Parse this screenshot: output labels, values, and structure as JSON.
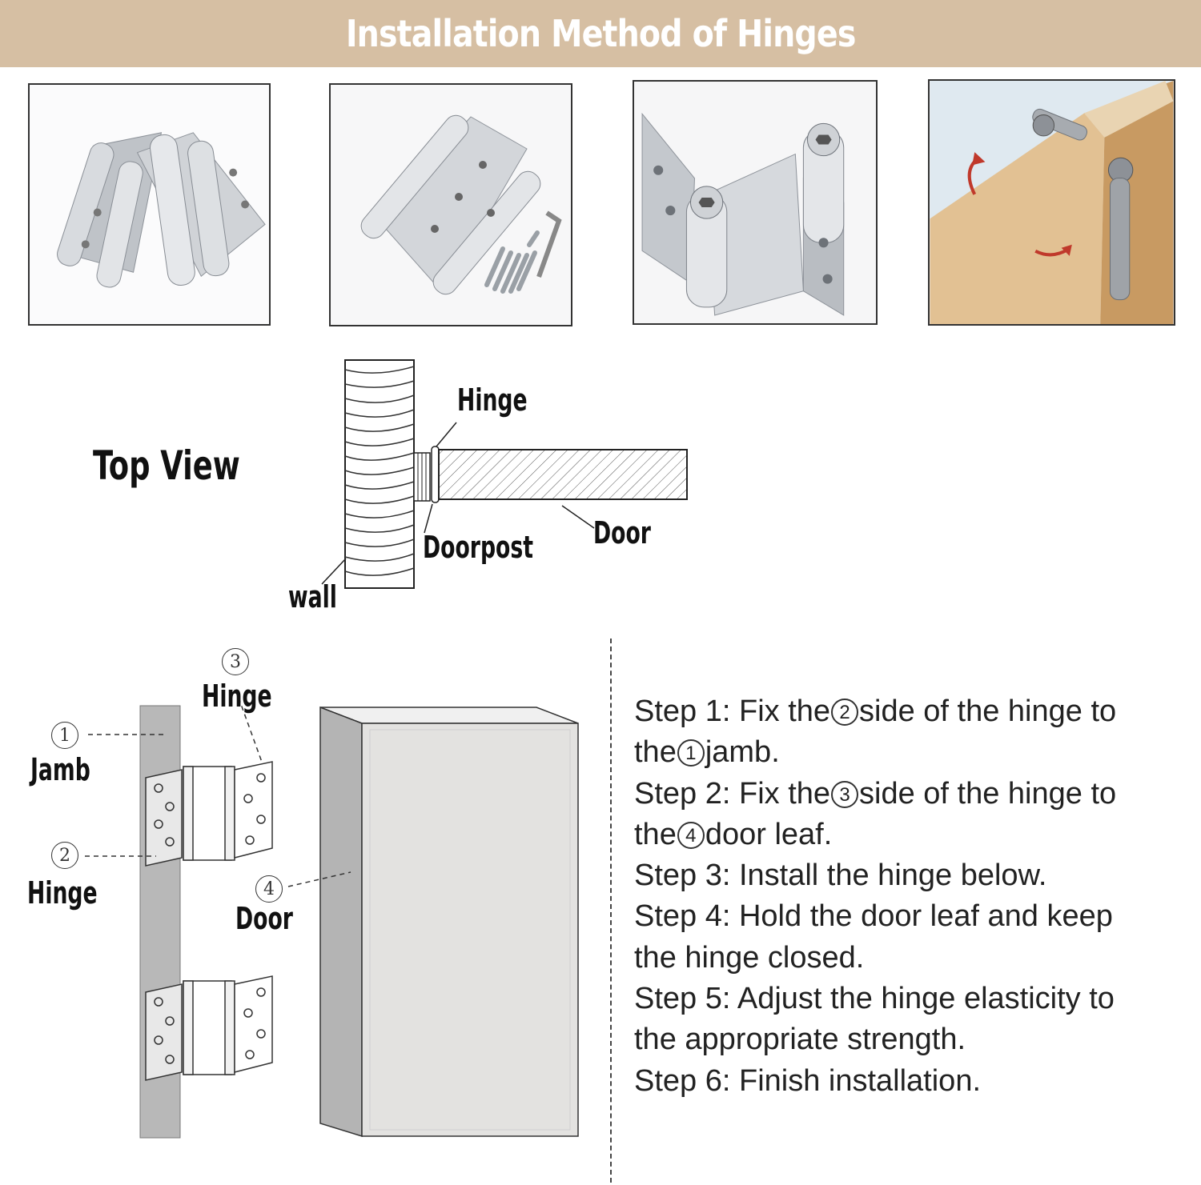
{
  "banner": {
    "title": "Installation Method of Hinges"
  },
  "top_view": {
    "title": "Top View",
    "labels": {
      "hinge": "Hinge",
      "door": "Door",
      "doorpost": "Doorpost",
      "wall": "wall"
    }
  },
  "install_diagram": {
    "jamb": {
      "num": "1",
      "label": "Jamb"
    },
    "hinge_jamb_side": {
      "num": "2",
      "label": "Hinge"
    },
    "hinge_door_side": {
      "num": "3",
      "label": "Hinge"
    },
    "door": {
      "num": "4",
      "label": "Door"
    }
  },
  "steps": [
    {
      "lines": [
        [
          "Step 1: Fix the",
          "2",
          "side of the hinge to"
        ],
        [
          "the",
          "1",
          "jamb."
        ]
      ]
    },
    {
      "lines": [
        [
          "Step 2: Fix the",
          "3",
          "side of the hinge to"
        ],
        [
          "the",
          "4",
          "door leaf."
        ]
      ]
    },
    {
      "lines": [
        [
          "Step 3: Install the hinge below."
        ]
      ]
    },
    {
      "lines": [
        [
          "Step 4: Hold the door leaf and keep"
        ],
        [
          "the hinge closed."
        ]
      ]
    },
    {
      "lines": [
        [
          "Step 5: Adjust the hinge elasticity to"
        ],
        [
          "the appropriate strength."
        ]
      ]
    },
    {
      "lines": [
        [
          "Step 6: Finish installation."
        ]
      ]
    }
  ],
  "colors": {
    "banner": "#d6bfa3",
    "steel": "#c9ccd1",
    "wood": "#d9b98f",
    "jamb": "#b8b8b8"
  }
}
